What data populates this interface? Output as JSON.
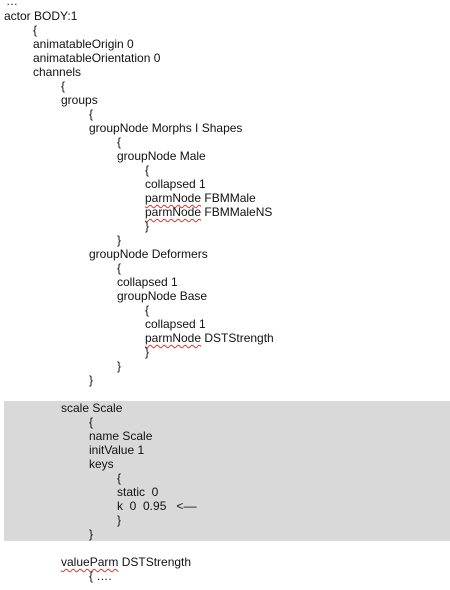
{
  "lines": [
    {
      "id": "l01",
      "pre": "…"
    },
    {
      "id": "l02",
      "pre": "actor BODY:1"
    },
    {
      "id": "l03",
      "pre": "{"
    },
    {
      "id": "l04",
      "pre": "animatableOrigin 0"
    },
    {
      "id": "l05",
      "pre": "animatableOrientation 0"
    },
    {
      "id": "l06",
      "pre": "channels"
    },
    {
      "id": "l07",
      "pre": "{"
    },
    {
      "id": "l08",
      "pre": "groups"
    },
    {
      "id": "l09",
      "pre": "{"
    },
    {
      "id": "l10",
      "pre": "groupNode Morphs I Shapes"
    },
    {
      "id": "l11",
      "pre": "{"
    },
    {
      "id": "l12",
      "pre": "groupNode Male"
    },
    {
      "id": "l13",
      "pre": "{"
    },
    {
      "id": "l14",
      "pre": "collapsed 1"
    },
    {
      "id": "l15",
      "flag": "parmNode",
      "post": " FBMMale"
    },
    {
      "id": "l16",
      "flag": "parmNode",
      "post": " FBMMaleNS"
    },
    {
      "id": "l17",
      "pre": "}"
    },
    {
      "id": "l18",
      "pre": "}"
    },
    {
      "id": "l19",
      "pre": "groupNode Deformers"
    },
    {
      "id": "l20",
      "pre": "{"
    },
    {
      "id": "l21",
      "pre": "collapsed 1"
    },
    {
      "id": "l22",
      "pre": "groupNode Base"
    },
    {
      "id": "l23",
      "pre": "{"
    },
    {
      "id": "l24",
      "pre": "collapsed 1"
    },
    {
      "id": "l25",
      "flag": "parmNode",
      "post": " DSTStrength"
    },
    {
      "id": "l26",
      "pre": "}"
    },
    {
      "id": "l27",
      "pre": "}"
    },
    {
      "id": "l28",
      "pre": "}"
    },
    {
      "id": "l29",
      "pre": "scale Scale"
    },
    {
      "id": "l30",
      "pre": "{"
    },
    {
      "id": "l31",
      "pre": "name Scale"
    },
    {
      "id": "l32",
      "pre": "initValue 1"
    },
    {
      "id": "l33",
      "pre": "keys"
    },
    {
      "id": "l34",
      "pre": "{"
    },
    {
      "id": "l35",
      "pre": "static  0"
    },
    {
      "id": "l36",
      "pre": "k  0  0.95   <––"
    },
    {
      "id": "l37",
      "pre": "}"
    },
    {
      "id": "l38",
      "pre": "}"
    },
    {
      "id": "l39",
      "flag": "valueParm",
      "post": " DSTStrength"
    },
    {
      "id": "l40",
      "pre": "{ …."
    }
  ],
  "colors": {
    "highlight": "#d9d9d9",
    "spell_squiggle": "#d43a2a"
  }
}
